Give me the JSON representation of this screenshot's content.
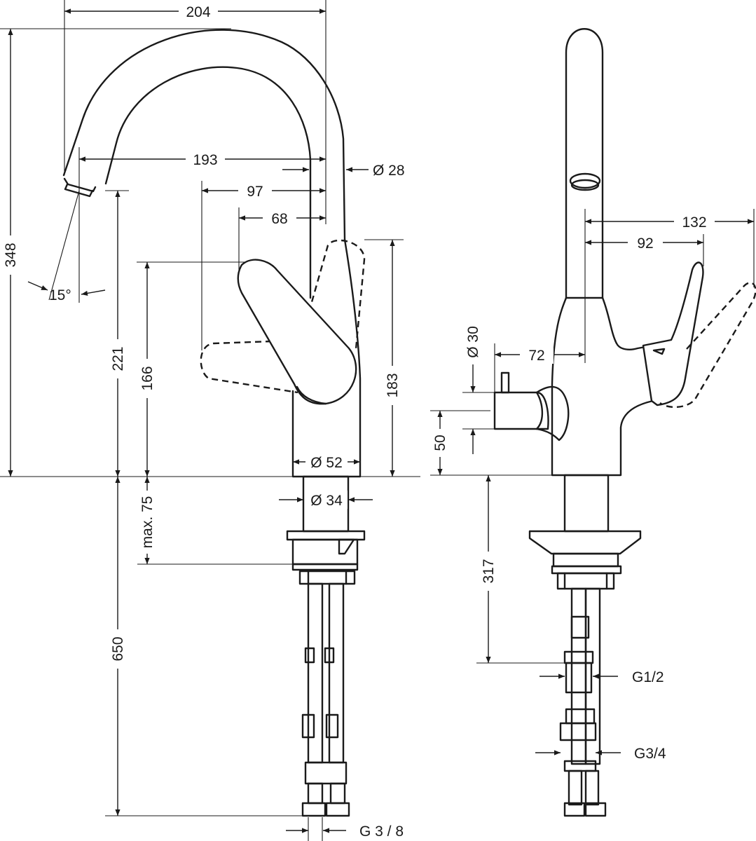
{
  "dimensions": {
    "d204": "204",
    "d193": "193",
    "d28": "Ø 28",
    "d97": "97",
    "d68": "68",
    "d348": "348",
    "d15": "15°",
    "d221": "221",
    "d166": "166",
    "d183": "183",
    "d52": "Ø 52",
    "d34": "Ø 34",
    "dmax75": "max. 75",
    "d650": "650",
    "dG38": "G 3 / 8",
    "d132": "132",
    "d92": "92",
    "d30": "Ø 30",
    "d72": "72",
    "d50": "50",
    "d317": "317",
    "dG12": "G1/2",
    "dG34": "G3/4"
  }
}
